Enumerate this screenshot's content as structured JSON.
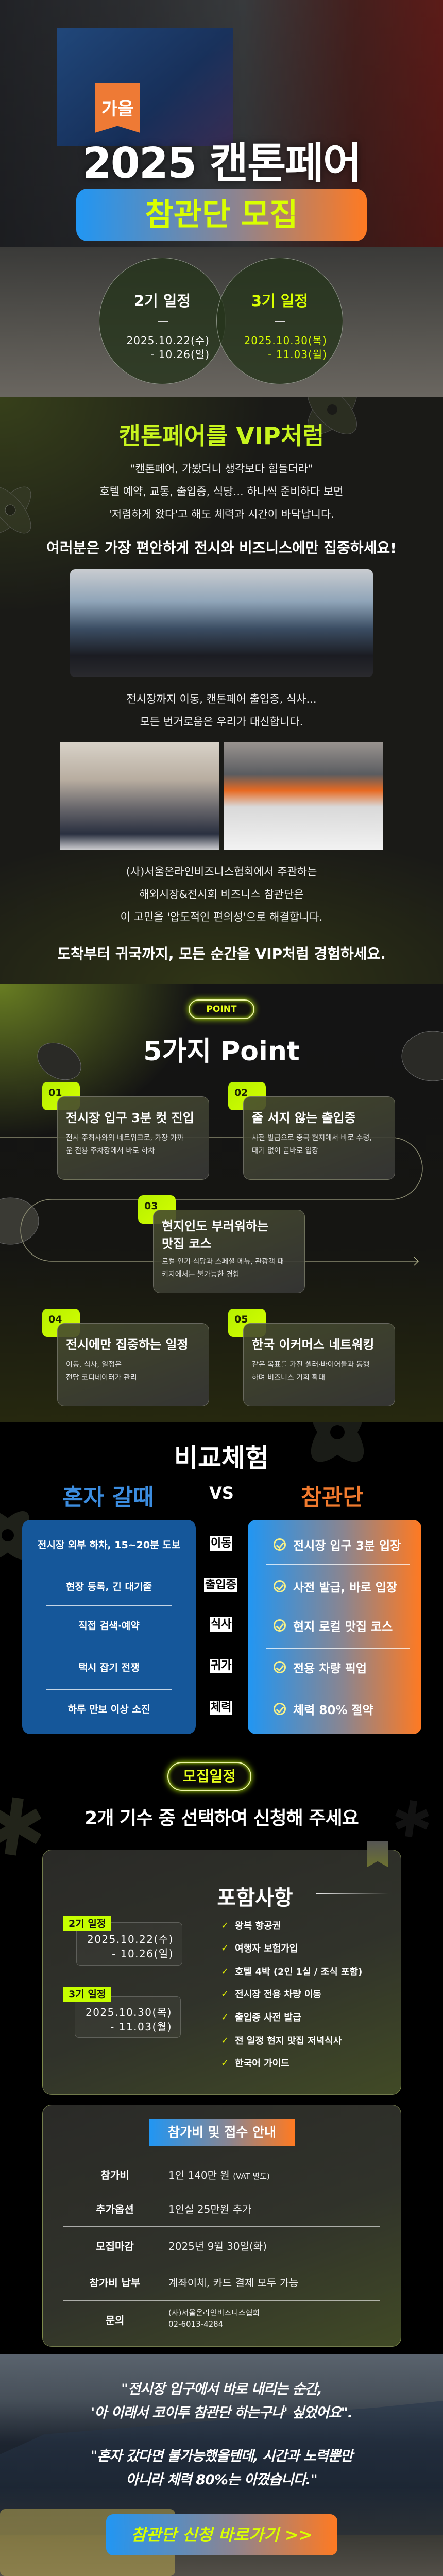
{
  "hero": {
    "season_tag": "가을",
    "title": "2025 캔톤페어",
    "subtitle": "참관단 모집",
    "schedules": [
      {
        "label": "2기 일정",
        "start": "2025.10.22(수)",
        "end": "- 10.26(일)"
      },
      {
        "label": "3기 일정",
        "start": "2025.10.30(목)",
        "end": "- 11.03(월)"
      }
    ]
  },
  "vip": {
    "title": "캔톤페어를 VIP처럼",
    "intro_lines": [
      "\"캔톤페어, 가봤더니 생각보다 힘들더라\"",
      "호텔 예약, 교통, 출입증, 식당... 하나씩 준비하다 보면",
      "'저렴하게 왔다'고 해도 체력과 시간이 바닥납니다."
    ],
    "emphasis": "여러분은 가장 편안하게 전시와 비즈니스에만 집중하세요!",
    "middle_lines": [
      "전시장까지 이동, 캔톤페어 출입증, 식사...",
      "모든 번거로움은 우리가 대신합니다."
    ],
    "org_lines": [
      "(사)서울온라인비즈니스협회에서 주관하는",
      "해외시장&전시회 비즈니스 참관단은",
      "이 고민을 '압도적인 편의성'으로 해결합니다."
    ],
    "closing": "도착부터 귀국까지, 모든 순간을 VIP처럼 경험하세요."
  },
  "points": {
    "badge": "POINT",
    "title": "5가지 Point",
    "items": [
      {
        "num": "01",
        "title": [
          "전시장 입구 3분 컷 진입"
        ],
        "desc": [
          "전시 주최사와의 네트워크로, 가장 가까",
          "운 전용 주차장에서 바로 하차"
        ]
      },
      {
        "num": "02",
        "title": [
          "줄 서지 않는 출입증"
        ],
        "desc": [
          "사전 발급으로 중국 현지에서 바로 수령,",
          "대기 없이 곧바로 입장"
        ]
      },
      {
        "num": "03",
        "title": [
          "현지인도 부러워하는",
          "맛집 코스"
        ],
        "desc": [
          "로컬 인기 식당과 스페셜 메뉴, 관광객 패",
          "키지에서는 불가능한 경험"
        ]
      },
      {
        "num": "04",
        "title": [
          "전시에만 집중하는 일정"
        ],
        "desc": [
          "이동, 식사, 일정은",
          "전담 코디네이터가 관리"
        ]
      },
      {
        "num": "05",
        "title": [
          "한국 이커머스 네트워킹"
        ],
        "desc": [
          "같은 목표를 가진 셀러·바이어들과 동행",
          "하며 비즈니스 기회 확대"
        ]
      }
    ]
  },
  "compare": {
    "title": "비교체험",
    "solo_title": "혼자 갈때",
    "vs": "VS",
    "group_title": "참관단",
    "rows": [
      {
        "category": "이동",
        "solo": "전시장 외부 하차, 15~20분 도보",
        "group": "전시장 입구 3분 입장"
      },
      {
        "category": "출입증",
        "solo": "현장 등록, 긴 대기줄",
        "group": "사전 발급, 바로 입장"
      },
      {
        "category": "식사",
        "solo": "직접 검색·예약",
        "group": "현지 로컬 맛집 코스"
      },
      {
        "category": "귀가",
        "solo": "택시 잡기 전쟁",
        "group": "전용 차량 픽업"
      },
      {
        "category": "체력",
        "solo": "하루 만보 이상 소진",
        "group": "체력 80% 절약"
      }
    ]
  },
  "schedule": {
    "badge": "모집일정",
    "title": "2개 기수 중 선택하여 신청해 주세요",
    "includes_title": "포함사항",
    "terms": [
      {
        "label": "2기 일정",
        "start": "2025.10.22(수)",
        "end": "- 10.26(일)"
      },
      {
        "label": "3기 일정",
        "start": "2025.10.30(목)",
        "end": "- 11.03(월)"
      }
    ],
    "includes": [
      "왕복 항공권",
      "여행자 보험가입",
      "호텔 4박 (2인 1실 / 조식 포함)",
      "전시장 전용 차량 이동",
      "출입증 사전 발급",
      "전 일정 현지 맛집 저녁식사",
      "한국어 가이드"
    ]
  },
  "fee": {
    "title": "참가비 및 접수 안내",
    "rows": [
      {
        "label": "참가비",
        "value": "1인 140만 원",
        "note": "(VAT 별도)"
      },
      {
        "label": "추가옵션",
        "value": "1인실 25만원 추가"
      },
      {
        "label": "모집마감",
        "value": "2025년 9월 30일(화)"
      },
      {
        "label": "참가비 납부",
        "value": "계좌이체, 카드 결제 모두 가능"
      }
    ],
    "contact": {
      "label": "문의",
      "org": "(사)서울온라인비즈니스협회",
      "phone": "02-6013-4284"
    }
  },
  "testimonial": {
    "quote1": [
      "\"전시장 입구에서 바로 내리는 순간,",
      "'아 이래서 코이투 참관단 하는구나' 싶었어요\"."
    ],
    "quote2": [
      "\"혼자 갔다면 불가능했을텐데, 시간과 노력뿐만",
      "아니라 체력 80%는 아꼈습니다.\""
    ],
    "cta": "참관단 신청 바로가기 >>"
  },
  "colors": {
    "lime": "#c8f51e",
    "blue": "#2196f3",
    "orange": "#ff7a22",
    "solo_blue": "#3c8de0",
    "group_orange": "#f07a2e"
  }
}
